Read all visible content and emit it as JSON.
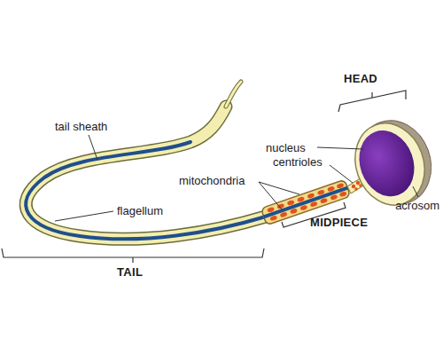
{
  "diagram": {
    "labels": [
      "HEAD",
      "nucleus",
      "centrioles",
      "mitochondria",
      "acrosom",
      "MIDPIECE",
      "tail sheath",
      "flagellum",
      "TAIL"
    ]
  }
}
